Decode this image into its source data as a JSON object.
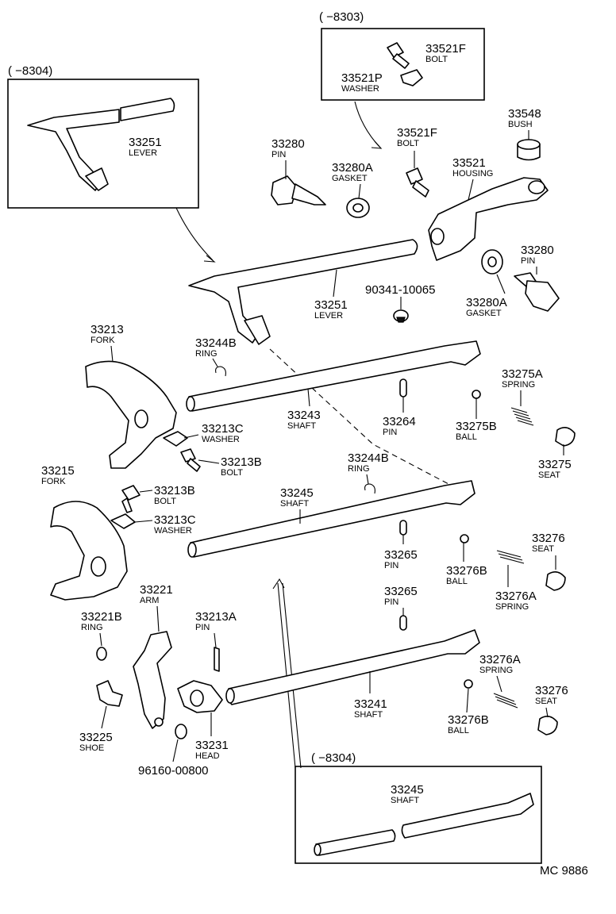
{
  "diagram": {
    "code": "MC 9886",
    "insets": [
      {
        "id": "inset-top",
        "range": "(      −8303)"
      },
      {
        "id": "inset-left",
        "range": "(      −8304)"
      },
      {
        "id": "inset-bottom",
        "range": "(      −8304)"
      }
    ],
    "parts": [
      {
        "id": "p-33521f-inset",
        "num": "33521F",
        "name": "BOLT"
      },
      {
        "id": "p-33521p",
        "num": "33521P",
        "name": "WASHER"
      },
      {
        "id": "p-33251-inset",
        "num": "33251",
        "name": "LEVER"
      },
      {
        "id": "p-33548",
        "num": "33548",
        "name": "BUSH"
      },
      {
        "id": "p-33280-a",
        "num": "33280",
        "name": "PIN"
      },
      {
        "id": "p-33521f",
        "num": "33521F",
        "name": "BOLT"
      },
      {
        "id": "p-33280a-a",
        "num": "33280A",
        "name": "GASKET"
      },
      {
        "id": "p-33521",
        "num": "33521",
        "name": "HOUSING"
      },
      {
        "id": "p-33280-b",
        "num": "33280",
        "name": "PIN"
      },
      {
        "id": "p-90341",
        "num": "90341-10065",
        "name": ""
      },
      {
        "id": "p-33251",
        "num": "33251",
        "name": "LEVER"
      },
      {
        "id": "p-33280a-b",
        "num": "33280A",
        "name": "GASKET"
      },
      {
        "id": "p-33213",
        "num": "33213",
        "name": "FORK"
      },
      {
        "id": "p-33244b-a",
        "num": "33244B",
        "name": "RING"
      },
      {
        "id": "p-33275a",
        "num": "33275A",
        "name": "SPRING"
      },
      {
        "id": "p-33213c-a",
        "num": "33213C",
        "name": "WASHER"
      },
      {
        "id": "p-33243",
        "num": "33243",
        "name": "SHAFT"
      },
      {
        "id": "p-33264",
        "num": "33264",
        "name": "PIN"
      },
      {
        "id": "p-33275b",
        "num": "33275B",
        "name": "BALL"
      },
      {
        "id": "p-33213b-a",
        "num": "33213B",
        "name": "BOLT"
      },
      {
        "id": "p-33275",
        "num": "33275",
        "name": "SEAT"
      },
      {
        "id": "p-33215",
        "num": "33215",
        "name": "FORK"
      },
      {
        "id": "p-33244b-b",
        "num": "33244B",
        "name": "RING"
      },
      {
        "id": "p-33245",
        "num": "33245",
        "name": "SHAFT"
      },
      {
        "id": "p-33213b-b",
        "num": "33213B",
        "name": "BOLT"
      },
      {
        "id": "p-33213c-b",
        "num": "33213C",
        "name": "WASHER"
      },
      {
        "id": "p-33276-a",
        "num": "33276",
        "name": "SEAT"
      },
      {
        "id": "p-33265-a",
        "num": "33265",
        "name": "PIN"
      },
      {
        "id": "p-33276b-a",
        "num": "33276B",
        "name": "BALL"
      },
      {
        "id": "p-33276a-a",
        "num": "33276A",
        "name": "SPRING"
      },
      {
        "id": "p-33221",
        "num": "33221",
        "name": "ARM"
      },
      {
        "id": "p-33265-b",
        "num": "33265",
        "name": "PIN"
      },
      {
        "id": "p-33221b",
        "num": "33221B",
        "name": "RING"
      },
      {
        "id": "p-33213a",
        "num": "33213A",
        "name": "PIN"
      },
      {
        "id": "p-33276a-b",
        "num": "33276A",
        "name": "SPRING"
      },
      {
        "id": "p-33276-b",
        "num": "33276",
        "name": "SEAT"
      },
      {
        "id": "p-33241",
        "num": "33241",
        "name": "SHAFT"
      },
      {
        "id": "p-33225",
        "num": "33225",
        "name": "SHOE"
      },
      {
        "id": "p-33231",
        "num": "33231",
        "name": "HEAD"
      },
      {
        "id": "p-33276b-b",
        "num": "33276B",
        "name": "BALL"
      },
      {
        "id": "p-96160",
        "num": "96160-00800",
        "name": ""
      },
      {
        "id": "p-33245-inset",
        "num": "33245",
        "name": "SHAFT"
      }
    ]
  }
}
